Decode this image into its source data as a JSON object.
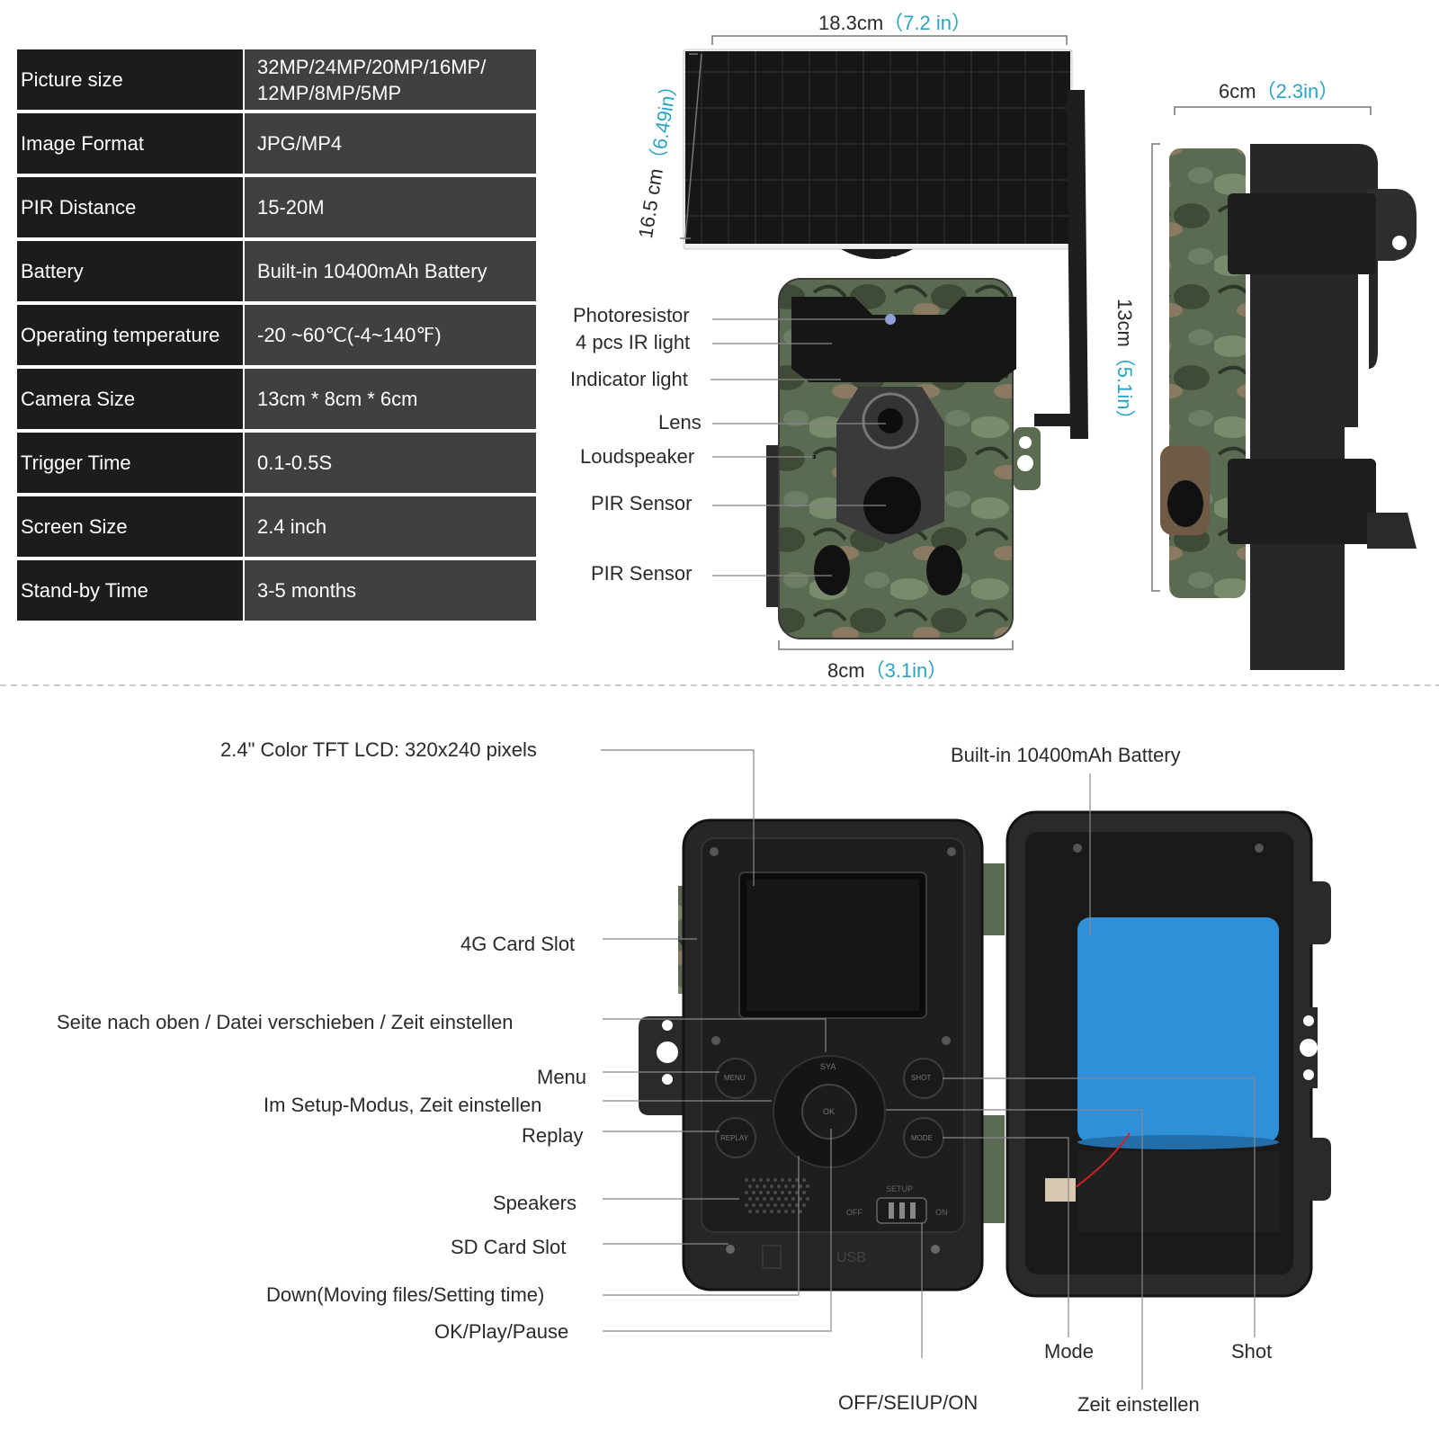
{
  "specs": [
    {
      "label": "Picture size",
      "value": "32MP/24MP/20MP/16MP/\n12MP/8MP/5MP"
    },
    {
      "label": "Image Format",
      "value": "JPG/MP4"
    },
    {
      "label": "PIR Distance",
      "value": "15-20M"
    },
    {
      "label": "Battery",
      "value": "Built-in 10400mAh Battery"
    },
    {
      "label": "Operating temperature",
      "value": "-20 ~60℃(-4~140℉)"
    },
    {
      "label": "Camera Size",
      "value": "13cm * 8cm * 6cm"
    },
    {
      "label": "Trigger Time",
      "value": "0.1-0.5S"
    },
    {
      "label": "Screen Size",
      "value": "2.4 inch"
    },
    {
      "label": "Stand-by Time",
      "value": "3-5 months"
    }
  ],
  "dimensions": {
    "panel_width": {
      "metric": "18.3cm",
      "imperial": "（7.2 in）"
    },
    "panel_height": {
      "metric": "16.5 cm",
      "imperial": "（6.49in）"
    },
    "depth": {
      "metric": "6cm",
      "imperial": "（2.3in）"
    },
    "height": {
      "metric": "13cm",
      "imperial": "（5.1in）"
    },
    "width": {
      "metric": "8cm",
      "imperial": "（3.1in）"
    }
  },
  "front_labels": {
    "photoresistor": "Photoresistor",
    "ir_light": "4 pcs IR light",
    "indicator": "Indicator light",
    "lens": "Lens",
    "loudspeaker": "Loudspeaker",
    "pir1": "PIR Sensor",
    "pir2": "PIR Sensor"
  },
  "inside_labels": {
    "lcd": "2.4\" Color TFT LCD: 320x240 pixels",
    "battery": "Built-in 10400mAh Battery",
    "card4g": "4G Card Slot",
    "up": "Seite nach oben / Datei verschieben / Zeit einstellen",
    "menu": "Menu",
    "setup_time": "Im Setup-Modus, Zeit einstellen",
    "replay": "Replay",
    "speakers": "Speakers",
    "sd": "SD Card Slot",
    "down": "Down(Moving files/Setting time)",
    "ok": "OK/Play/Pause",
    "mode": "Mode",
    "shot": "Shot",
    "switch": "OFF/SEIUP/ON",
    "zeit": "Zeit einstellen"
  },
  "device_text": {
    "btn_menu": "MENU",
    "btn_replay": "REPLAY",
    "btn_shot": "SHOT",
    "btn_mode": "MODE",
    "btn_ok": "OK",
    "btn_up": "SYA",
    "sw_setup": "SETUP",
    "sw_off": "OFF",
    "sw_on": "ON",
    "usb": "USB"
  },
  "colors": {
    "accent": "#2aa4c4",
    "table_dark": "#1c1c1c",
    "table_mid": "#404040",
    "battery_blue": "#2f8fd8"
  }
}
